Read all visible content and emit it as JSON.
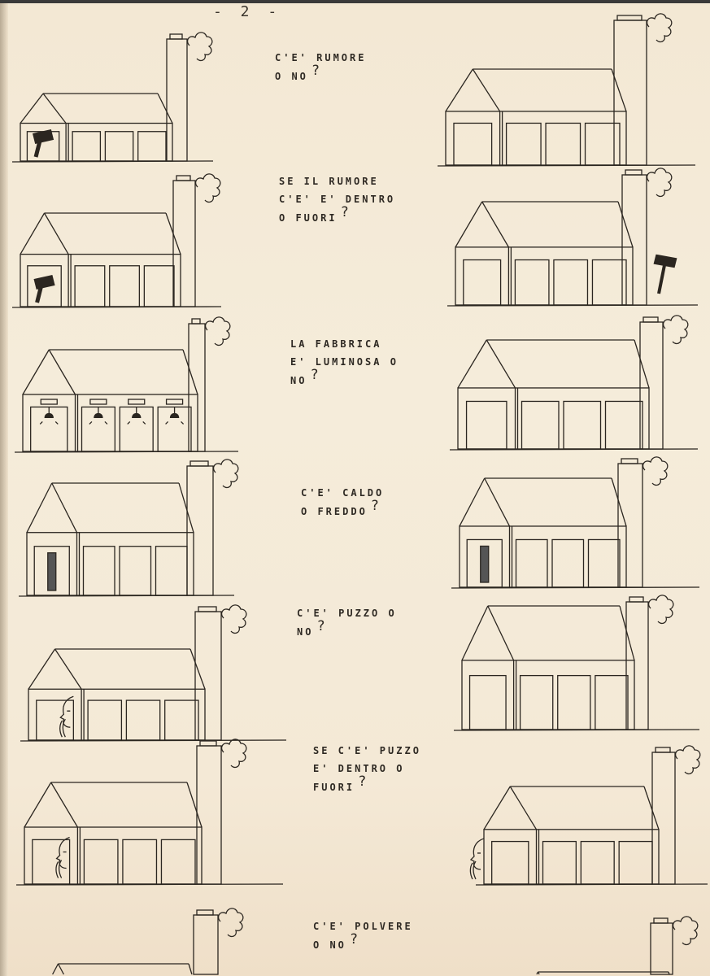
{
  "page_number": "- 2 -",
  "questions": [
    {
      "lines": [
        "C'E' RUMORE",
        "O NO"
      ],
      "mark": "?"
    },
    {
      "lines": [
        "SE IL RUMORE",
        "C'E' E' DENTRO",
        "O FUORI"
      ],
      "mark": "?"
    },
    {
      "lines": [
        "LA FABBRICA",
        "E' LUMINOSA O",
        "NO"
      ],
      "mark": "?"
    },
    {
      "lines": [
        "C'E' CALDO",
        "O FREDDO"
      ],
      "mark": "?"
    },
    {
      "lines": [
        "C'E' PUZZO O",
        "NO"
      ],
      "mark": "?"
    },
    {
      "lines": [
        "SE C'E' PUZZO",
        "E' DENTRO O",
        "FUORI"
      ],
      "mark": "?"
    },
    {
      "lines": [
        "C'E' POLVERE",
        "O NO"
      ],
      "mark": "?"
    }
  ],
  "colors": {
    "paper": "#f4e9d6",
    "ink": "#2b2620"
  }
}
